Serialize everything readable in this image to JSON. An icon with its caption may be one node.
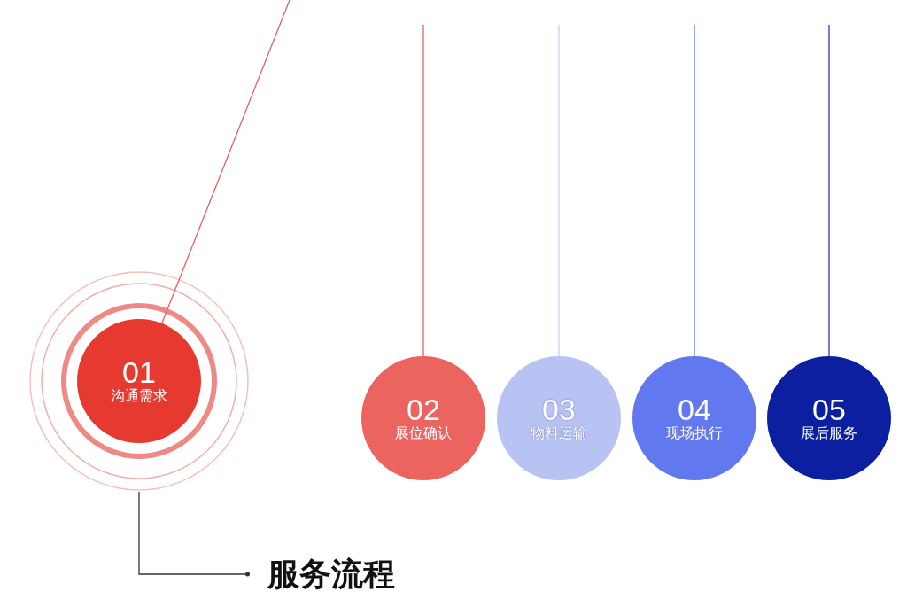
{
  "diagram": {
    "nodes": [
      {
        "text": [
          "01",
          "沟通需求"
        ]
      },
      {
        "text": [
          "02",
          "展位确认"
        ]
      },
      {
        "text": [
          "03",
          "物料运输"
        ]
      },
      {
        "text": [
          "04",
          "现场执行"
        ]
      },
      {
        "text": [
          "05",
          "展后服务"
        ]
      },
      {
        "text": [
          "服务流程"
        ]
      }
    ],
    "edges": [
      {
        "from": null,
        "to": 0,
        "arrow": "none",
        "color": "#e0625c"
      },
      {
        "from": null,
        "to": 1,
        "arrow": "none",
        "color": "#e0625c"
      },
      {
        "from": null,
        "to": 2,
        "arrow": "none",
        "color": "#c8d0f6"
      },
      {
        "from": null,
        "to": 3,
        "arrow": "none",
        "color": "#6278ee"
      },
      {
        "from": null,
        "to": 4,
        "arrow": "none",
        "color": "#2a3aa8"
      },
      {
        "from": 0,
        "to": 5,
        "arrow": "other",
        "color": "#333333"
      }
    ]
  }
}
